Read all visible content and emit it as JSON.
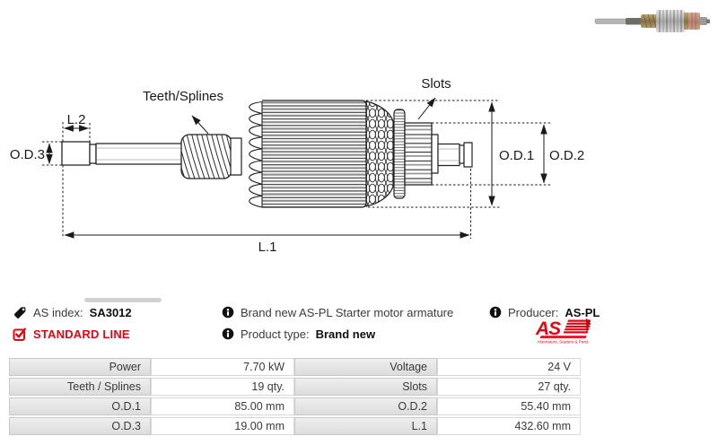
{
  "diagram": {
    "labels": {
      "l2": "L.2",
      "od3": "O.D.3",
      "teeth_splines": "Teeth/Splines",
      "slots": "Slots",
      "od1": "O.D.1",
      "od2": "O.D.2",
      "l1": "L.1"
    }
  },
  "info": {
    "as_index_label": "AS index:",
    "as_index_value": "SA3012",
    "standard_line": "STANDARD LINE",
    "description": "Brand new AS-PL Starter motor armature",
    "product_type_label": "Product type:",
    "product_type_value": "Brand new",
    "producer_label": "Producer:",
    "producer_value": "AS-PL",
    "logo": {
      "text": "AS",
      "subtext": "Alternators, Starters & Parts"
    }
  },
  "colors": {
    "brand_red": "#e30613",
    "line_color": "#1a1a1a"
  },
  "table": {
    "rows": [
      {
        "c0": "Power",
        "c1": "7.70 kW",
        "c2": "Voltage",
        "c3": "24 V"
      },
      {
        "c0": "Teeth / Splines",
        "c1": "19 qty.",
        "c2": "Slots",
        "c3": "27 qty."
      },
      {
        "c0": "O.D.1",
        "c1": "85.00 mm",
        "c2": "O.D.2",
        "c3": "55.40 mm"
      },
      {
        "c0": "O.D.3",
        "c1": "19.00 mm",
        "c2": "L.1",
        "c3": "432.60 mm"
      }
    ]
  }
}
